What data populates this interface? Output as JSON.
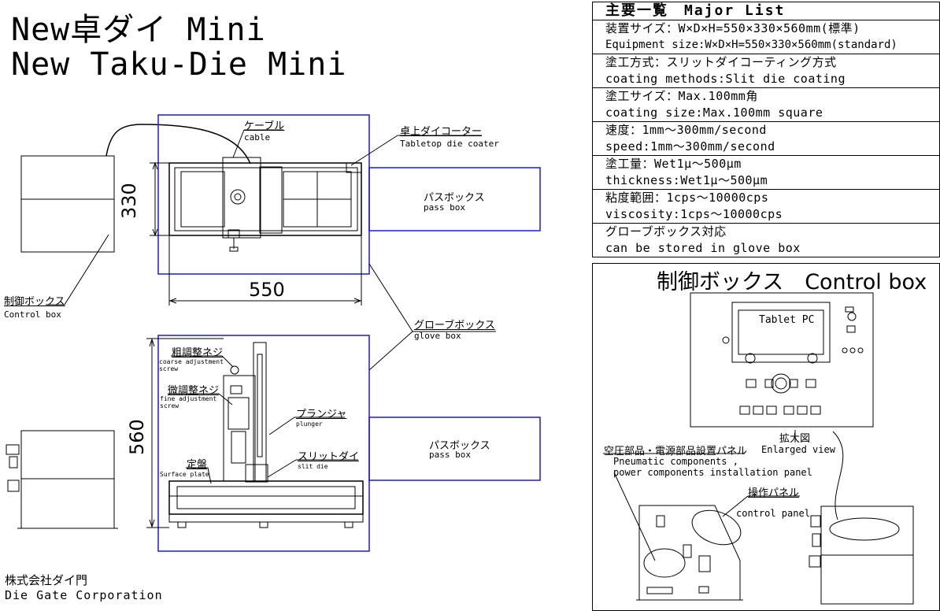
{
  "title": {
    "line1": "New卓ダイ Mini",
    "line2": "New Taku-Die Mini"
  },
  "company": {
    "jp": "株式会社ダイ門",
    "en": "Die Gate Corporation"
  },
  "labels": {
    "cable_jp": "ケーブル",
    "cable_en": "cable",
    "coater_jp": "卓上ダイコーター",
    "coater_en": "Tabletop die coater",
    "passbox_jp": "パスボックス",
    "passbox_en": "pass box",
    "control_jp": "制御ボックス",
    "control_en": "Control box",
    "glovebox_jp": "グローブボックス",
    "glovebox_en": "glove box",
    "coarse_jp": "粗調整ネジ",
    "coarse_en": "coarse adjustment screw",
    "fine_jp": "微調整ネジ",
    "fine_en": "fine adjustment screw",
    "plunger_jp": "プランジャ",
    "plunger_en": "plunger",
    "slitdie_jp": "スリットダイ",
    "slitdie_en": "slit die",
    "plate_jp": "定盤",
    "plate_en": "Surface plate",
    "dim_330": "330",
    "dim_550": "550",
    "dim_560": "560"
  },
  "spec": {
    "header": "主要一覧　Major List",
    "rows": [
      [
        "装置サイズ：W×D×H=550×330×560mm(標準)",
        "Equipment size:W×D×H=550×330×560mm(standard)"
      ],
      [
        "塗工方式：スリットダイコーティング方式",
        "coating methods:Slit die coating"
      ],
      [
        "塗工サイズ：Max.100mm角",
        "coating size:Max.100mm square"
      ],
      [
        "速度：1mm～300mm/second",
        "speed:1mm～300mm/second"
      ],
      [
        "塗工量：Wet1μ～500μm",
        "thickness:Wet1μ～500μm"
      ],
      [
        "粘度範囲：1cps～10000cps",
        "viscosity:1cps～10000cps"
      ],
      [
        "グローブボックス対応",
        "can be stored in glove box"
      ]
    ]
  },
  "control_box": {
    "title": "制御ボックス　Control box",
    "tablet": "Tablet PC",
    "enlarged_jp": "拡大図",
    "enlarged_en": "Enlarged view",
    "panel_jp": "空圧部品・電源部品設置パネル",
    "panel_en1": "Pneumatic components ,",
    "panel_en2": "power components installation panel",
    "op_jp": "操作パネル",
    "op_en": "control panel"
  }
}
